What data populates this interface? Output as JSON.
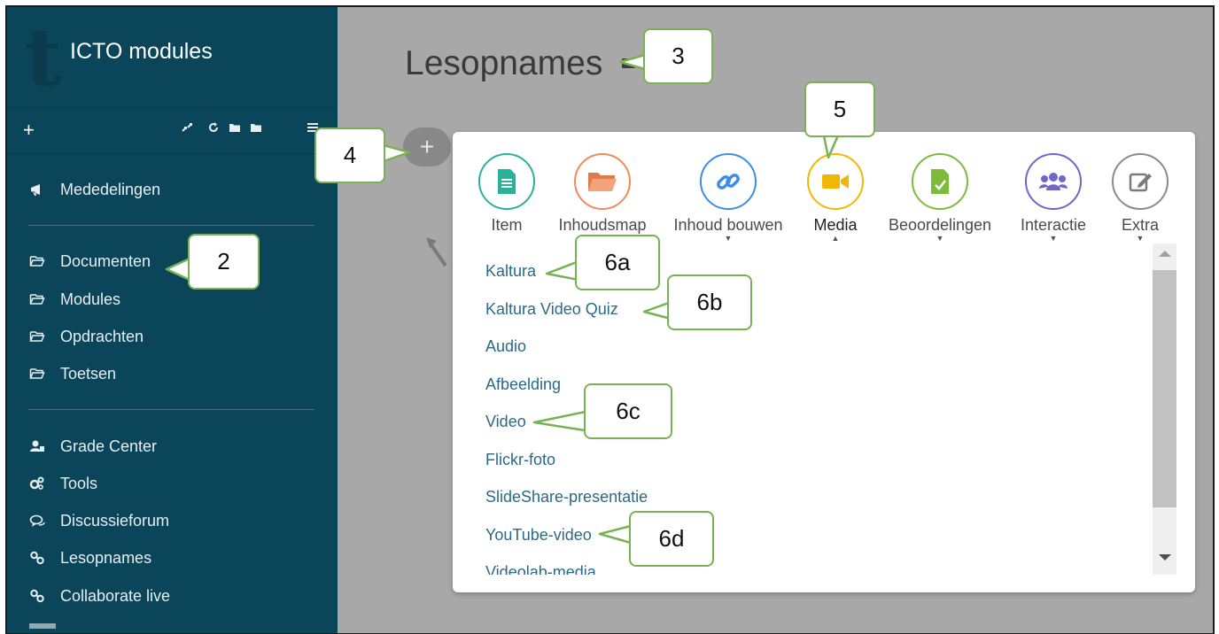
{
  "sidebar": {
    "brand_letter": "t",
    "brand_title": "ICTO modules",
    "toolbar_add": "+",
    "items": [
      {
        "label": "Mededelingen"
      },
      {
        "label": "Documenten"
      },
      {
        "label": "Modules"
      },
      {
        "label": "Opdrachten"
      },
      {
        "label": "Toetsen"
      },
      {
        "label": "Grade Center"
      },
      {
        "label": "Tools"
      },
      {
        "label": "Discussieforum"
      },
      {
        "label": "Lesopnames"
      },
      {
        "label": "Collaborate live"
      }
    ]
  },
  "main": {
    "page_title": "Lesopnames",
    "add_symbol": "+"
  },
  "panel": {
    "categories": [
      {
        "label": "Item",
        "icon": "document-icon",
        "color": "#2bb09a"
      },
      {
        "label": "Inhoudsmap",
        "icon": "folder-icon",
        "color": "#f08a5d"
      },
      {
        "label": "Inhoud bouwen",
        "icon": "link-icon",
        "color": "#3b8ee6"
      },
      {
        "label": "Media",
        "icon": "video-camera-icon",
        "color": "#f2b705"
      },
      {
        "label": "Beoordelingen",
        "icon": "graded-document-icon",
        "color": "#7dbb3c"
      },
      {
        "label": "Interactie",
        "icon": "group-icon",
        "color": "#6f67c9"
      },
      {
        "label": "Extra",
        "icon": "edit-icon",
        "color": "#8a8a8a"
      }
    ],
    "media_items": [
      "Kaltura",
      "Kaltura Video Quiz",
      "Audio",
      "Afbeelding",
      "Video",
      "Flickr-foto",
      "SlideShare-presentatie",
      "YouTube-video",
      "Videolab-media"
    ]
  },
  "callouts": {
    "c2": "2",
    "c3": "3",
    "c4": "4",
    "c5": "5",
    "c6a": "6a",
    "c6b": "6b",
    "c6c": "6c",
    "c6d": "6d"
  },
  "colors": {
    "sidebar_bg": "#0b4559",
    "overlay_bg": "#a8a8a8",
    "link": "#2a6a86",
    "callout_border": "#77b255"
  }
}
